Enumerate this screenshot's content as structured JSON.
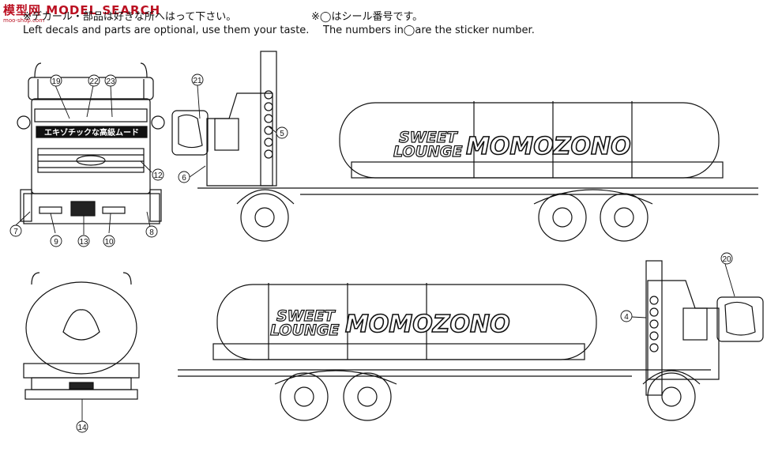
{
  "watermark": {
    "text": "模型网 MODEL SEARCH",
    "sub": "moo-shop.com"
  },
  "notes": {
    "left_jp": "※デカール・部品は好きな所へはって下さい。",
    "left_en": "Left decals and parts are optional, use them your taste.",
    "right_jp": "※◯はシール番号です。",
    "right_en": "The numbers in◯are the sticker number."
  },
  "decals": {
    "tank_logo_line1": "SWEET",
    "tank_logo_line2": "LOUNGE",
    "tank_logo_main": "MOMOZONO",
    "visor_banner": "エキゾチックな高級ムード"
  },
  "callouts": [
    "19",
    "22",
    "23",
    "12",
    "7",
    "9",
    "13",
    "10",
    "8",
    "21",
    "5",
    "6",
    "20",
    "4",
    "14"
  ]
}
